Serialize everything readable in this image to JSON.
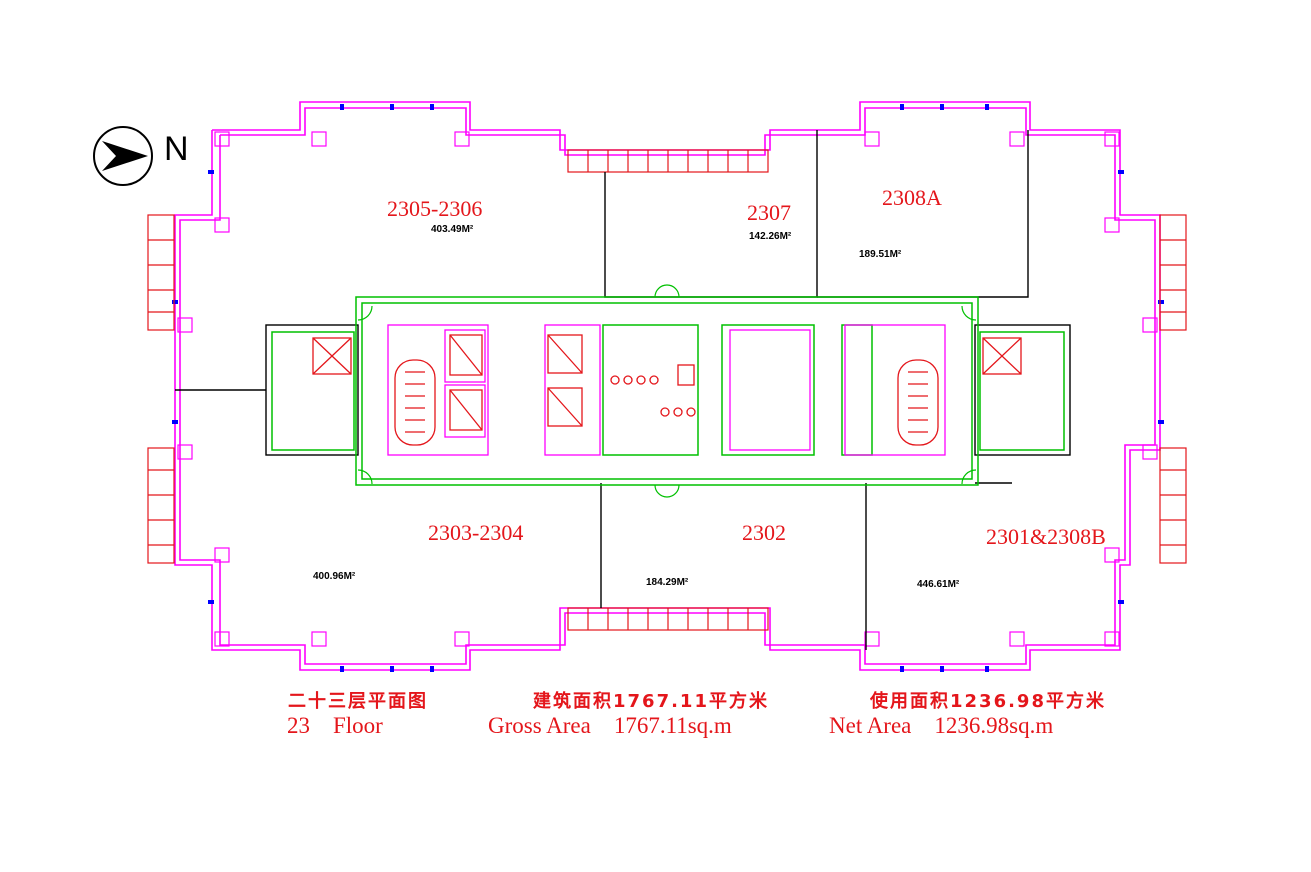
{
  "compass": {
    "letter": "N",
    "icon": "north-arrow-icon"
  },
  "units": [
    {
      "id": "2305-2306",
      "area": "403.49M²"
    },
    {
      "id": "2307",
      "area": "142.26M²"
    },
    {
      "id": "2308A",
      "area": "189.51M²"
    },
    {
      "id": "2303-2304",
      "area": "400.96M²"
    },
    {
      "id": "2302",
      "area": "184.29M²"
    },
    {
      "id": "2301&2308B",
      "area": "446.61M²"
    }
  ],
  "footer": {
    "floor_cn": "二十三层平面图",
    "gross_cn": "建筑面积1767.11平方米",
    "net_cn": "使用面积1236.98平方米",
    "floor_en": "23    Floor",
    "gross_en": "Gross Area    1767.11sq.m",
    "net_en": "Net Area    1236.98sq.m"
  },
  "colors": {
    "label": "#e4161b",
    "wall": "#ff00ff",
    "core": "#00c000",
    "stair": "#ff0000",
    "glazing": "#0000ff"
  }
}
